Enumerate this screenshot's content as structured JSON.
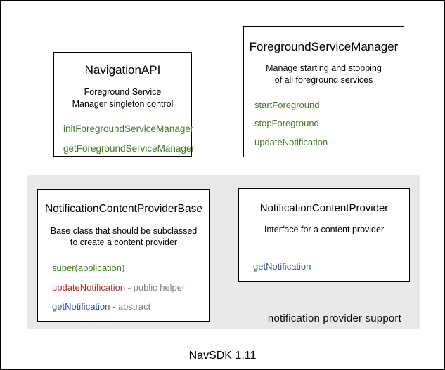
{
  "colors": {
    "method_green": "#3c7d1e",
    "method_red": "#a93030",
    "method_blue": "#2c55a6",
    "annotation_gray": "#808080",
    "group_background": "#e8e8e8",
    "box_border": "#000000"
  },
  "boxes": {
    "navigation_api": {
      "title": "NavigationAPI",
      "description_lines": [
        "Foreground Service",
        "Manager singleton control"
      ],
      "methods": [
        {
          "name": "initForegroundServiceManager",
          "color": "green",
          "suffix": ""
        },
        {
          "name": "getForegroundServiceManager",
          "color": "green",
          "suffix": ""
        }
      ]
    },
    "foreground_service_manager": {
      "title": "ForegroundServiceManager",
      "description_lines": [
        "Manage starting and stopping",
        "of all foreground services"
      ],
      "methods": [
        {
          "name": "startForeground",
          "color": "green",
          "suffix": ""
        },
        {
          "name": "stopForeground",
          "color": "green",
          "suffix": ""
        },
        {
          "name": "updateNotification",
          "color": "green",
          "suffix": ""
        }
      ]
    },
    "notification_content_provider_base": {
      "title": "NotificationContentProviderBase",
      "description_lines": [
        "Base class that should be subclassed",
        "to create a content provider"
      ],
      "methods": [
        {
          "name": "super(application)",
          "color": "green",
          "suffix": ""
        },
        {
          "name": "updateNotification",
          "color": "red",
          "suffix": " - public helper"
        },
        {
          "name": "getNotification",
          "color": "blue",
          "suffix": " - abstract"
        }
      ]
    },
    "notification_content_provider": {
      "title": "NotificationContentProvider",
      "description_lines": [
        "Interface for a content provider"
      ],
      "methods": [
        {
          "name": "getNotification",
          "color": "blue",
          "suffix": ""
        }
      ]
    }
  },
  "group": {
    "label": "notification provider support"
  },
  "caption": "NavSDK 1.11"
}
